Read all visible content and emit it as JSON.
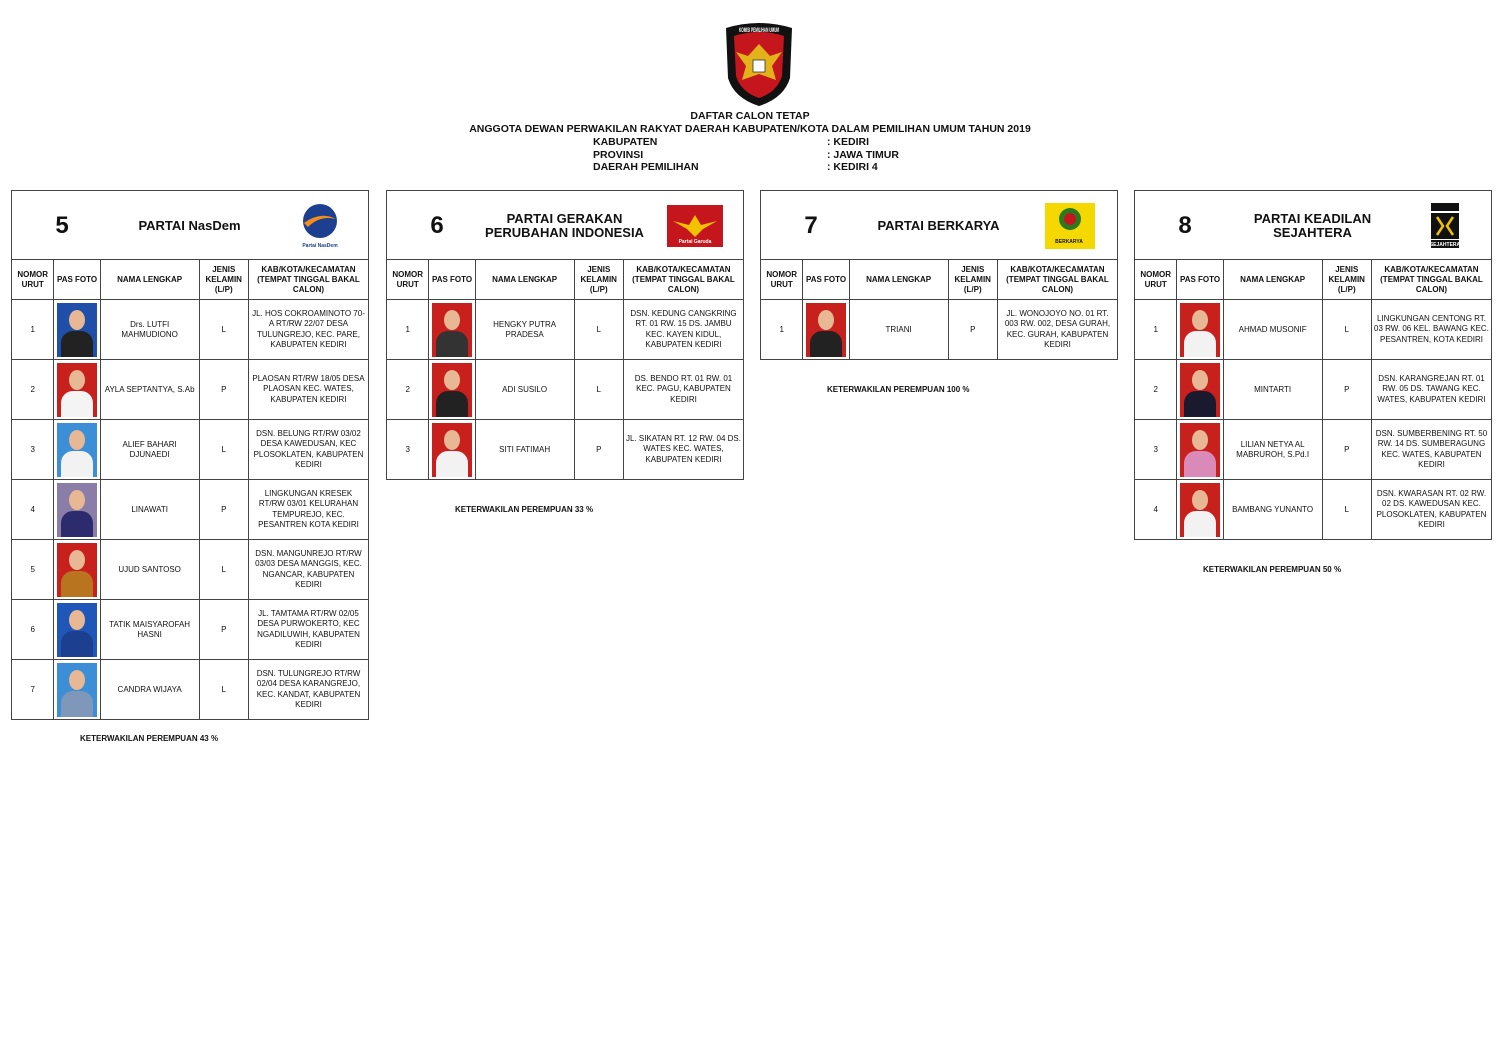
{
  "header": {
    "logo_text": "KOMISI PEMILIHAN UMUM",
    "title1": "DAFTAR CALON TETAP",
    "title2": "ANGGOTA DEWAN PERWAKILAN RAKYAT DAERAH KABUPATEN/KOTA DALAM PEMILIHAN UMUM TAHUN 2019",
    "meta": [
      {
        "key": "KABUPATEN",
        "value": ": KEDIRI"
      },
      {
        "key": "PROVINSI",
        "value": ": JAWA TIMUR"
      },
      {
        "key": "DAERAH PEMILIHAN",
        "value": ": KEDIRI 4"
      }
    ]
  },
  "columns": [
    "NOMOR URUT",
    "PAS FOTO",
    "NAMA LENGKAP",
    "JENIS KELAMIN (L/P)",
    "KAB/KOTA/KECAMATAN (TEMPAT TINGGAL BAKAL CALON)"
  ],
  "parties": [
    {
      "number": "5",
      "name": "PARTAI NasDem",
      "logo_text": "Partai NasDem",
      "logo_color": "#1d3f8f",
      "logo_accent": "#f28c1a",
      "representation": "KETERWAKILAN PEREMPUAN 43 %",
      "candidates": [
        {
          "no": "1",
          "name": "Drs. LUTFI MAHMUDIONO",
          "sex": "L",
          "address": "JL. HOS COKROAMINOTO 70-A RT/RW 22/07 DESA TULUNGREJO, KEC. PARE, KABUPATEN KEDIRI",
          "bg": "#1f4fa8",
          "shirt": "#222"
        },
        {
          "no": "2",
          "name": "AYLA SEPTANTYA, S.Ab",
          "sex": "P",
          "address": "PLAOSAN RT/RW 18/05 DESA PLAOSAN KEC. WATES, KABUPATEN KEDIRI",
          "bg": "#c8201c",
          "shirt": "#f4f4f4"
        },
        {
          "no": "3",
          "name": "ALIEF BAHARI DJUNAEDI",
          "sex": "L",
          "address": "DSN. BELUNG RT/RW 03/02 DESA KAWEDUSAN, KEC PLOSOKLATEN, KABUPATEN KEDIRI",
          "bg": "#3c8fd6",
          "shirt": "#f2f2f2"
        },
        {
          "no": "4",
          "name": "LINAWATI",
          "sex": "P",
          "address": "LINGKUNGAN KRESEK RT/RW 03/01 KELURAHAN TEMPUREJO, KEC. PESANTREN KOTA KEDIRI",
          "bg": "#8a7ea8",
          "shirt": "#2b2b6e"
        },
        {
          "no": "5",
          "name": "UJUD SANTOSO",
          "sex": "L",
          "address": "DSN. MANGUNREJO RT/RW  03/03 DESA MANGGIS, KEC. NGANCAR, KABUPATEN KEDIRI",
          "bg": "#c8201c",
          "shirt": "#b8741e"
        },
        {
          "no": "6",
          "name": "TATIK MAISYAROFAH HASNI",
          "sex": "P",
          "address": "JL. TAMTAMA RT/RW 02/05 DESA PURWOKERTO, KEC NGADILUWIH, KABUPATEN KEDIRI",
          "bg": "#1f57b8",
          "shirt": "#1c3f8f"
        },
        {
          "no": "7",
          "name": "CANDRA WIJAYA",
          "sex": "L",
          "address": "DSN. TULUNGREJO RT/RW 02/04 DESA KARANGREJO, KEC. KANDAT, KABUPATEN KEDIRI",
          "bg": "#3c8fd6",
          "shirt": "#7f97b8"
        }
      ]
    },
    {
      "number": "6",
      "name": "PARTAI GERAKAN PERUBAHAN INDONESIA",
      "logo_text": "Partai Garuda",
      "logo_color": "#c4161c",
      "logo_accent": "#f2c200",
      "representation": "KETERWAKILAN PEREMPUAN 33 %",
      "candidates": [
        {
          "no": "1",
          "name": "HENGKY PUTRA PRADESA",
          "sex": "L",
          "address": "DSN. KEDUNG CANGKRING RT. 01 RW. 15 DS. JAMBU KEC. KAYEN KIDUL, KABUPATEN KEDIRI",
          "bg": "#c8201c",
          "shirt": "#333"
        },
        {
          "no": "2",
          "name": "ADI SUSILO",
          "sex": "L",
          "address": "DS. BENDO RT. 01 RW. 01 KEC. PAGU, KABUPATEN KEDIRI",
          "bg": "#c8201c",
          "shirt": "#222"
        },
        {
          "no": "3",
          "name": "SITI FATIMAH",
          "sex": "P",
          "address": "JL. SIKATAN RT. 12 RW. 04 DS. WATES KEC. WATES, KABUPATEN KEDIRI",
          "bg": "#c8201c",
          "shirt": "#f2f2f2"
        }
      ]
    },
    {
      "number": "7",
      "name": "PARTAI BERKARYA",
      "logo_text": "BERKARYA",
      "logo_color": "#f5d800",
      "logo_accent": "#2a7a22",
      "representation": "KETERWAKILAN PEREMPUAN 100 %",
      "candidates": [
        {
          "no": "1",
          "name": "TRIANI",
          "sex": "P",
          "address": "JL. WONOJOYO NO. 01 RT. 003 RW. 002, DESA GURAH, KEC. GURAH, KABUPATEN KEDIRI",
          "bg": "#c8201c",
          "shirt": "#222"
        }
      ]
    },
    {
      "number": "8",
      "name": "PARTAI KEADILAN SEJAHTERA",
      "logo_text": "SEJAHTERA",
      "logo_color": "#111",
      "logo_accent": "#f2c200",
      "representation": "KETERWAKILAN PEREMPUAN 50 %",
      "candidates": [
        {
          "no": "1",
          "name": "AHMAD MUSONIF",
          "sex": "L",
          "address": "LINGKUNGAN CENTONG RT. 03 RW. 06 KEL. BAWANG KEC. PESANTREN, KOTA KEDIRI",
          "bg": "#c8201c",
          "shirt": "#f2f2f2"
        },
        {
          "no": "2",
          "name": "MINTARTI",
          "sex": "P",
          "address": "DSN. KARANGREJAN RT. 01 RW. 05 DS. TAWANG KEC. WATES, KABUPATEN KEDIRI",
          "bg": "#c8201c",
          "shirt": "#1a1a2e"
        },
        {
          "no": "3",
          "name": "LILIAN NETYA AL MABRUROH, S.Pd.I",
          "sex": "P",
          "address": "DSN. SUMBERBENING RT. 50 RW. 14 DS. SUMBERAGUNG KEC. WATES, KABUPATEN KEDIRI",
          "bg": "#c8201c",
          "shirt": "#d98ab8"
        },
        {
          "no": "4",
          "name": "BAMBANG YUNANTO",
          "sex": "L",
          "address": "DSN. KWARASAN RT. 02 RW. 02 DS. KAWEDUSAN KEC. PLOSOKLATEN, KABUPATEN KEDIRI",
          "bg": "#c8201c",
          "shirt": "#f2f2f2"
        }
      ]
    }
  ]
}
